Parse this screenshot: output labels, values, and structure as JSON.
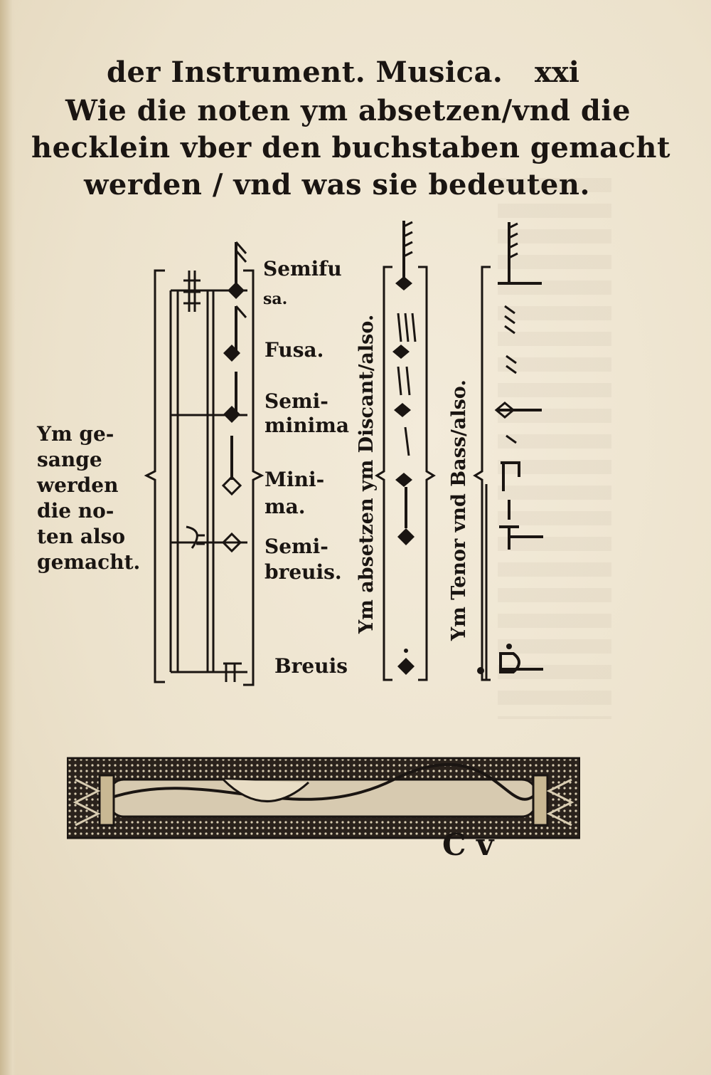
{
  "header": {
    "running_title": "der Instrument. Musica.",
    "folio": "xxi"
  },
  "heading": {
    "lines": [
      "Wie die noten ym absetzen/vnd die",
      "hecklein vber den buchstaben gemacht",
      "werden / vnd was sie bedeuten."
    ]
  },
  "left_caption": {
    "lines": [
      "Ym ge-",
      "sange",
      "werden",
      "die no-",
      "ten also",
      "gemacht."
    ]
  },
  "note_labels": {
    "semifusa": [
      "Semifu",
      "sa."
    ],
    "fusa": [
      "Fusa."
    ],
    "semiminima": [
      "Semi-",
      "minima"
    ],
    "minima": [
      "Mini-",
      "ma."
    ],
    "semibreuis": [
      "Semi-",
      "breuis."
    ],
    "breuis": [
      "Breuis"
    ]
  },
  "vertical_captions": {
    "discant": "Ym absetzen ym Discant/also.",
    "tenor_bass": "Ym Tenor vnd Bass/also."
  },
  "signature": "C v"
}
